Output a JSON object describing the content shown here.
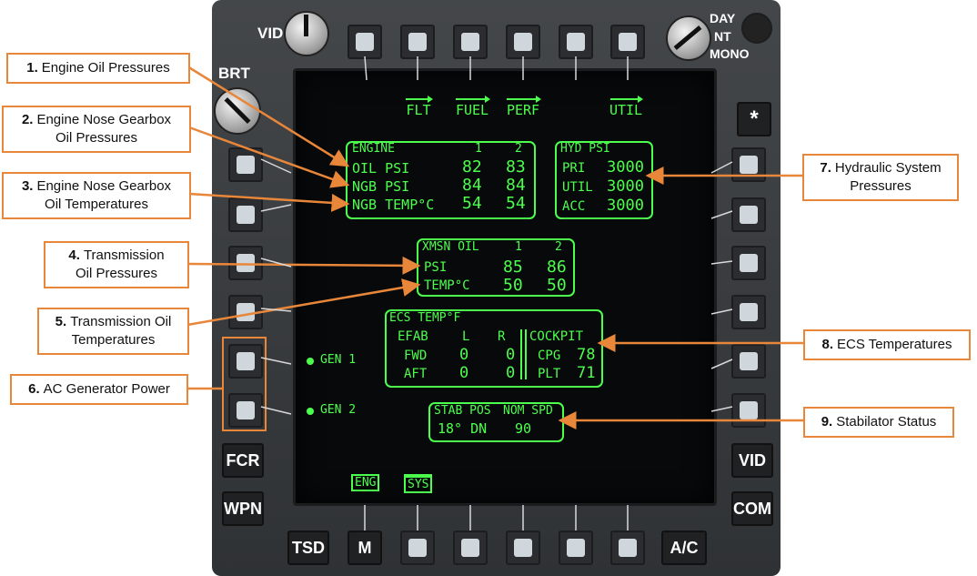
{
  "panel": {
    "knob_vid": "VID",
    "knob_brt": "BRT",
    "knob_mode": {
      "day": "DAY",
      "nt": "NT",
      "mono": "MONO"
    },
    "star": "*",
    "left_buttons": {
      "fcr": "FCR",
      "wpn": "WPN"
    },
    "right_buttons": {
      "vid": "VID",
      "com": "COM"
    },
    "bottom_buttons": {
      "tsd": "TSD",
      "m": "M",
      "ac": "A/C"
    }
  },
  "screen": {
    "top_tabs": [
      "FLT",
      "FUEL",
      "PERF",
      "UTIL"
    ],
    "engine": {
      "header": "ENGINE",
      "col1": "1",
      "col2": "2",
      "rows": [
        {
          "label": "OIL PSI",
          "v1": "82",
          "v2": "83"
        },
        {
          "label": "NGB PSI",
          "v1": "84",
          "v2": "84"
        },
        {
          "label": "NGB TEMP°C",
          "v1": "54",
          "v2": "54"
        }
      ]
    },
    "hyd": {
      "header": "HYD PSI",
      "rows": [
        {
          "label": "PRI",
          "value": "3000"
        },
        {
          "label": "UTIL",
          "value": "3000"
        },
        {
          "label": "ACC",
          "value": "3000"
        }
      ]
    },
    "xmsn": {
      "header": "XMSN OIL",
      "col1": "1",
      "col2": "2",
      "rows": [
        {
          "label": "PSI",
          "v1": "85",
          "v2": "86"
        },
        {
          "label": "TEMP°C",
          "v1": "50",
          "v2": "50"
        }
      ]
    },
    "ecs": {
      "header": "ECS TEMP°F",
      "efab": "EFAB",
      "l": "L",
      "r": "R",
      "fwd": {
        "label": "FWD",
        "l": "0",
        "r": "0"
      },
      "aft": {
        "label": "AFT",
        "l": "0",
        "r": "0"
      },
      "cockpit": "COCKPIT",
      "cpg": {
        "label": "CPG",
        "value": "78"
      },
      "plt": {
        "label": "PLT",
        "value": "71"
      }
    },
    "gen1": "GEN 1",
    "gen2": "GEN 2",
    "stab": {
      "label1": "STAB POS",
      "label2": "NOM SPD",
      "pos": "18° DN",
      "spd": "90"
    },
    "bottom_tabs": {
      "eng": "ENG",
      "sys": "SYS"
    }
  },
  "callouts": {
    "c1": {
      "num": "1.",
      "text": "Engine Oil Pressures"
    },
    "c2": {
      "num": "2.",
      "text": "Engine Nose Gearbox",
      "text2": "Oil Pressures"
    },
    "c3": {
      "num": "3.",
      "text": "Engine Nose Gearbox",
      "text2": "Oil Temperatures"
    },
    "c4": {
      "num": "4.",
      "text": "Transmission",
      "text2": "Oil Pressures"
    },
    "c5": {
      "num": "5.",
      "text": "Transmission Oil",
      "text2": "Temperatures"
    },
    "c6": {
      "num": "6.",
      "text": "AC Generator Power"
    },
    "c7": {
      "num": "7.",
      "text": "Hydraulic System",
      "text2": "Pressures"
    },
    "c8": {
      "num": "8.",
      "text": "ECS Temperatures"
    },
    "c9": {
      "num": "9.",
      "text": "Stabilator Status"
    }
  },
  "colors": {
    "display_green": "#4dff4d",
    "callout_orange": "#e8863a",
    "bezel": "#3a3d40"
  }
}
